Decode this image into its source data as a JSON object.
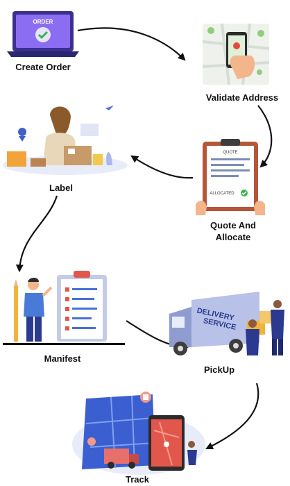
{
  "colors": {
    "arrow": "#111111",
    "primary_purple": "#6a4fd8",
    "orange": "#f29a4a",
    "green": "#38b44a",
    "navy": "#2b3a8f",
    "light_blue": "#e7ecf8"
  },
  "steps": [
    {
      "id": "create-order",
      "label": "Create Order",
      "screen_text": "ORDER",
      "icon": "laptop-order-icon"
    },
    {
      "id": "validate-address",
      "label": "Validate Address",
      "icon": "phone-map-icon"
    },
    {
      "id": "quote-allocate",
      "label": "Quote And Allocate",
      "label_lines": [
        "Quote And",
        "Allocate"
      ],
      "quote_text": "QUOTE",
      "allocated_text": "ALLOCATED",
      "icon": "clipboard-quote-icon"
    },
    {
      "id": "label",
      "label": "Label",
      "icon": "packing-person-icon"
    },
    {
      "id": "manifest",
      "label": "Manifest",
      "icon": "checklist-person-icon"
    },
    {
      "id": "pickup",
      "label": "PickUp",
      "truck_text": [
        "DELIVERY",
        "SERVICE"
      ],
      "icon": "delivery-truck-icon"
    },
    {
      "id": "track",
      "label": "Track",
      "icon": "tracking-map-icon"
    }
  ]
}
